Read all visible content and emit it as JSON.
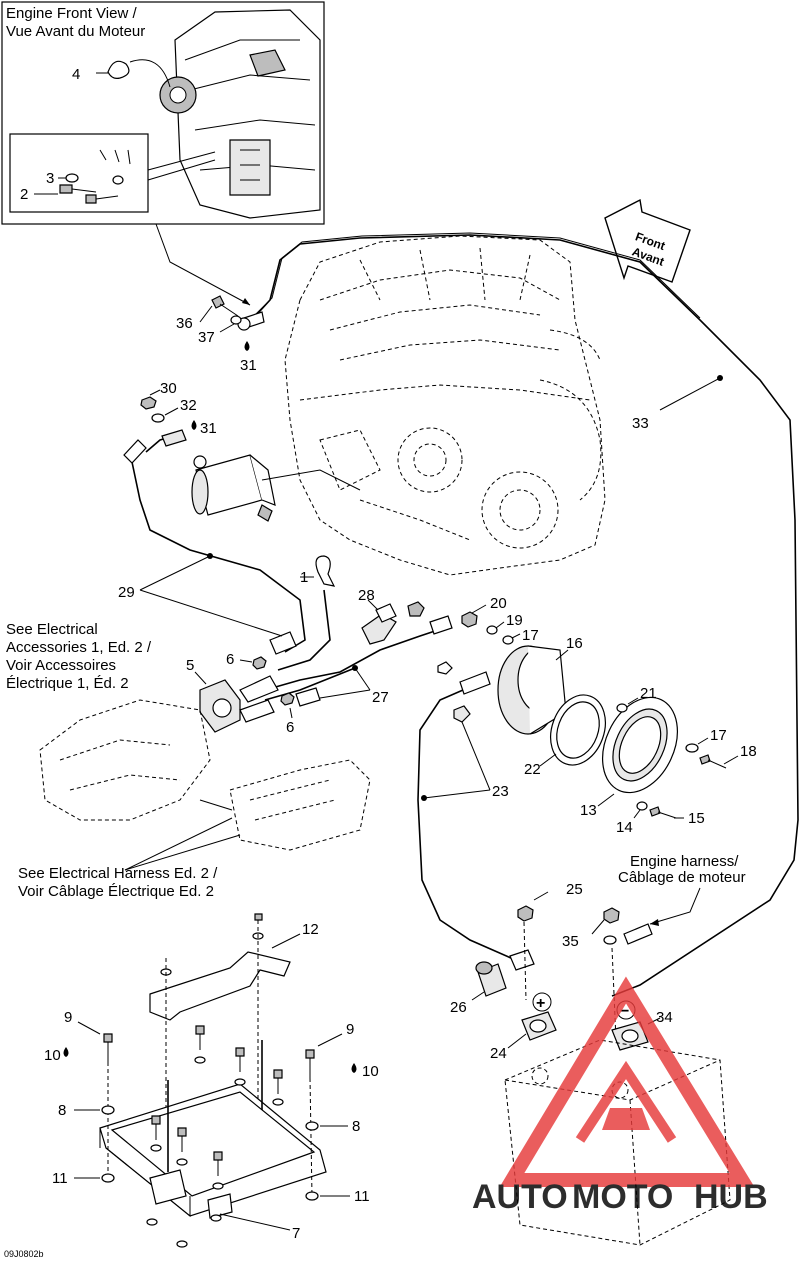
{
  "diagram": {
    "inset_title_en": "Engine Front View /",
    "inset_title_fr": "Vue Avant du Moteur",
    "front_arrow_line1": "Front",
    "front_arrow_line2": "Avant",
    "see_accessories_line1": "See Electrical",
    "see_accessories_line2": "Accessories 1, Ed. 2 /",
    "see_accessories_line3": "Voir Accessoires",
    "see_accessories_line4": "Électrique 1, Éd. 2",
    "see_harness_line1": "See Electrical Harness Ed. 2 /",
    "see_harness_line2": "Voir Câblage Électrique Ed. 2",
    "engine_harness_line1": "Engine harness/",
    "engine_harness_line2": "Câblage de moteur",
    "drawing_code": "09J0802b",
    "plus_sign": "+",
    "minus_sign": "−",
    "callouts": {
      "c4": "4",
      "c3": "3",
      "c2": "2",
      "c36": "36",
      "c37": "37",
      "c31a": "31",
      "c30": "30",
      "c32": "32",
      "c31b": "31",
      "c33": "33",
      "c29": "29",
      "c1": "1",
      "c28": "28",
      "c20": "20",
      "c19": "19",
      "c17a": "17",
      "c16": "16",
      "c5": "5",
      "c6a": "6",
      "c6b": "6",
      "c27": "27",
      "c21": "21",
      "c22": "22",
      "c17b": "17",
      "c18": "18",
      "c23": "23",
      "c13": "13",
      "c14": "14",
      "c15": "15",
      "c25": "25",
      "c35": "35",
      "c12": "12",
      "c26": "26",
      "c34": "34",
      "c24": "24",
      "c9a": "9",
      "c10a": "10",
      "c9b": "9",
      "c10b": "10",
      "c8a": "8",
      "c8b": "8",
      "c11a": "11",
      "c11b": "11",
      "c7": "7"
    }
  },
  "watermark": {
    "part1": "AUTO",
    "part2": "MOTO",
    "part3": "HUB",
    "color_light": "#f4a86a",
    "color_red": "#e63a3a",
    "color_gray": "#8a8a8a"
  }
}
